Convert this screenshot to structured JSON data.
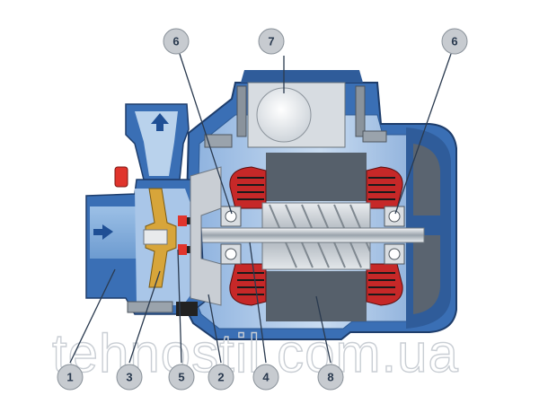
{
  "diagram": {
    "callouts_top": [
      "6",
      "7",
      "6"
    ],
    "callouts_bottom": [
      "1",
      "3",
      "5",
      "2",
      "4",
      "8"
    ]
  },
  "watermark": "tehnostil.com.ua",
  "colors": {
    "housing_blue": "#3a6fb5",
    "housing_light": "#b9d2ec",
    "stator_dark": "#56606b",
    "rotor_silver": "#c7cdd3",
    "brass": "#d7a53a",
    "winding_red": "#c62828",
    "seal_red": "#e0342c"
  }
}
